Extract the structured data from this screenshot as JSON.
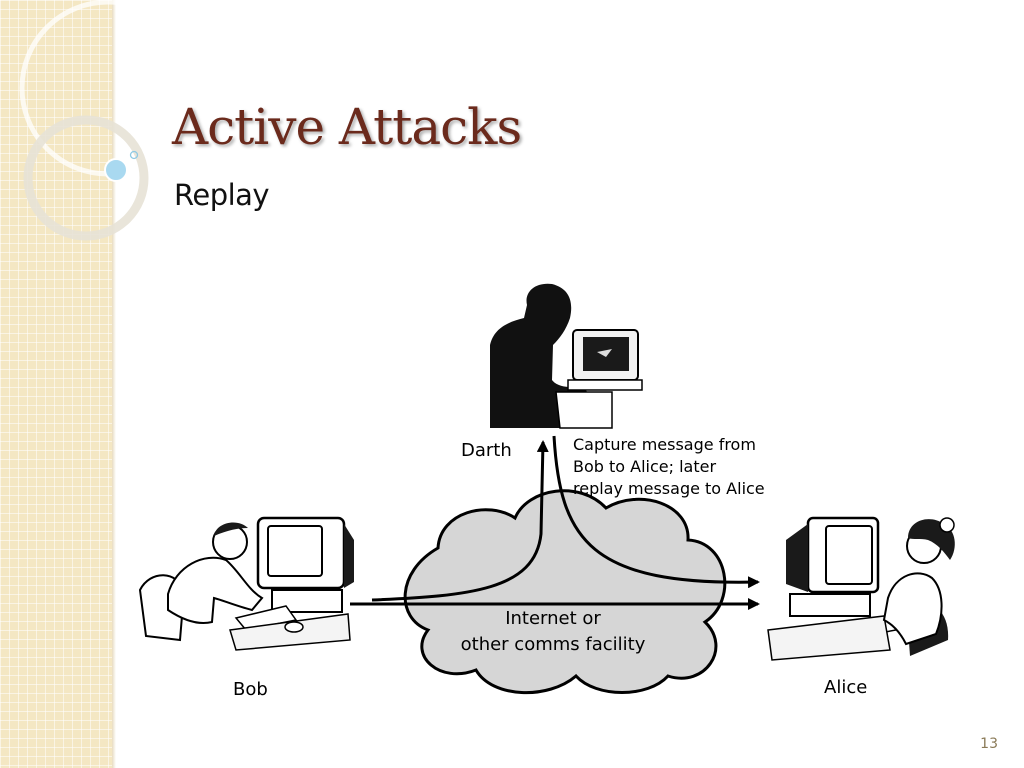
{
  "slide": {
    "title": "Active Attacks",
    "subtitle": "Replay",
    "page_number": "13"
  },
  "diagram": {
    "darth_label": "Darth",
    "bob_label": "Bob",
    "alice_label": "Alice",
    "network_line1": "Internet or",
    "network_line2": "other comms facility",
    "caption_line1": "Capture message from",
    "caption_line2": "Bob to Alice; later",
    "caption_line3": "replay message to Alice"
  },
  "colors": {
    "title": "#6b2a1c",
    "sidebar": "#f4e7c3",
    "cloud_fill": "#d6d6d6",
    "accent_bubble": "#a9d9f0"
  }
}
